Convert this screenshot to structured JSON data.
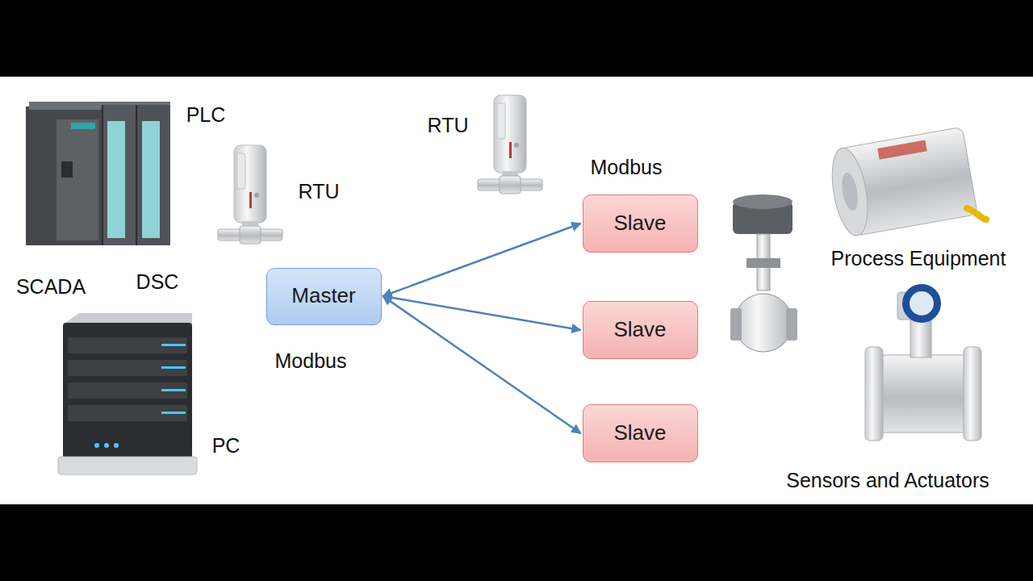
{
  "diagram": {
    "nodes": [
      {
        "text": [
          "Master"
        ]
      },
      {
        "text": [
          "Slave"
        ]
      },
      {
        "text": [
          "Slave"
        ]
      },
      {
        "text": [
          "Slave"
        ]
      }
    ],
    "edges": [
      {
        "from": 0,
        "to": 1,
        "arrow": "both"
      },
      {
        "from": 0,
        "to": 2,
        "arrow": "both"
      },
      {
        "from": 0,
        "to": 3,
        "arrow": "both"
      }
    ],
    "labels": [
      "PLC",
      "RTU",
      "SCADA",
      "DSC",
      "PC",
      "Modbus",
      "RTU",
      "Modbus",
      "Process Equipment",
      "Sensors and Actuators"
    ]
  }
}
